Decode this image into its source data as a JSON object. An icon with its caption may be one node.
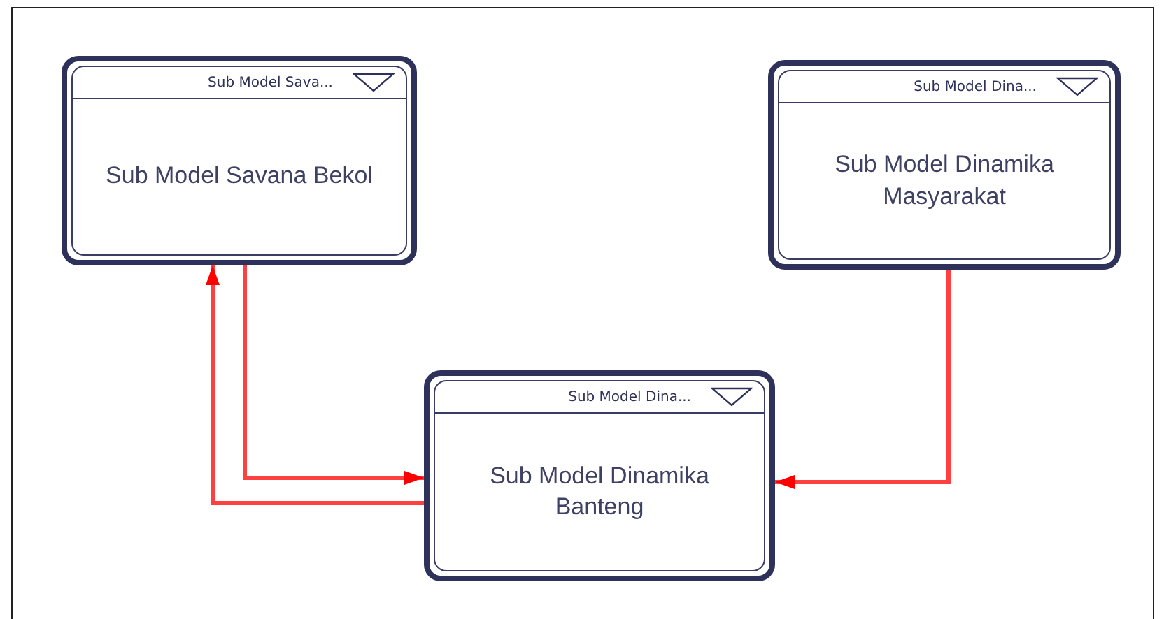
{
  "diagram": {
    "nodes": [
      {
        "text": [
          "Sub Model Sava...",
          "Sub Model Savana Bekol"
        ]
      },
      {
        "text": [
          "Sub Model Dina...",
          "Sub Model Dinamika Masyarakat"
        ]
      },
      {
        "text": [
          "Sub Model Dina...",
          "Sub Model Dinamika Banteng"
        ]
      }
    ],
    "edges": [
      {
        "from": 0,
        "to": 2,
        "arrow": "to"
      },
      {
        "from": 2,
        "to": 0,
        "arrow": "to"
      },
      {
        "from": 1,
        "to": 2,
        "arrow": "to"
      }
    ]
  }
}
